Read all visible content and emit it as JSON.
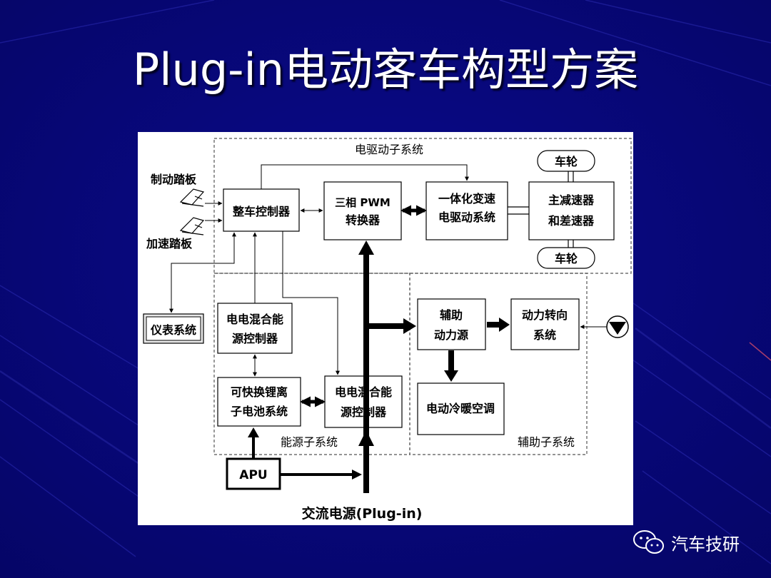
{
  "slide": {
    "title": "Plug-in电动客车构型方案",
    "colors": {
      "background": "#08087a",
      "title": "#ffffff",
      "panel": "#ffffff"
    }
  },
  "diagram": {
    "subsystems": {
      "drive": "电驱动子系统",
      "energy": "能源子系统",
      "aux": "辅助子系统"
    },
    "pedals": {
      "brake": "制动踏板",
      "accel": "加速踏板"
    },
    "nodes": {
      "vcu": "整车控制器",
      "pwm": [
        "三相 PWM",
        "转换器"
      ],
      "motor": [
        "一体化变速",
        "电驱动系统"
      ],
      "reducer": [
        "主减速器",
        "和差速器"
      ],
      "wheel_top": "车轮",
      "wheel_bottom": "车轮",
      "instrument": "仪表系统",
      "energy_ctrl_a": [
        "电电混合能",
        "源控制器"
      ],
      "battery": [
        "可快换锂离",
        "子电池系统"
      ],
      "energy_ctrl_b": [
        "电电混合能",
        "源控制器"
      ],
      "aux_power": [
        "辅助",
        "动力源"
      ],
      "steering": [
        "动力转向",
        "系统"
      ],
      "hvac": "电动冷暖空调",
      "apu": "APU",
      "ac_source": "交流电源(Plug-in)"
    }
  },
  "watermark": {
    "text": "汽车技研",
    "icon": "wechat-icon"
  }
}
